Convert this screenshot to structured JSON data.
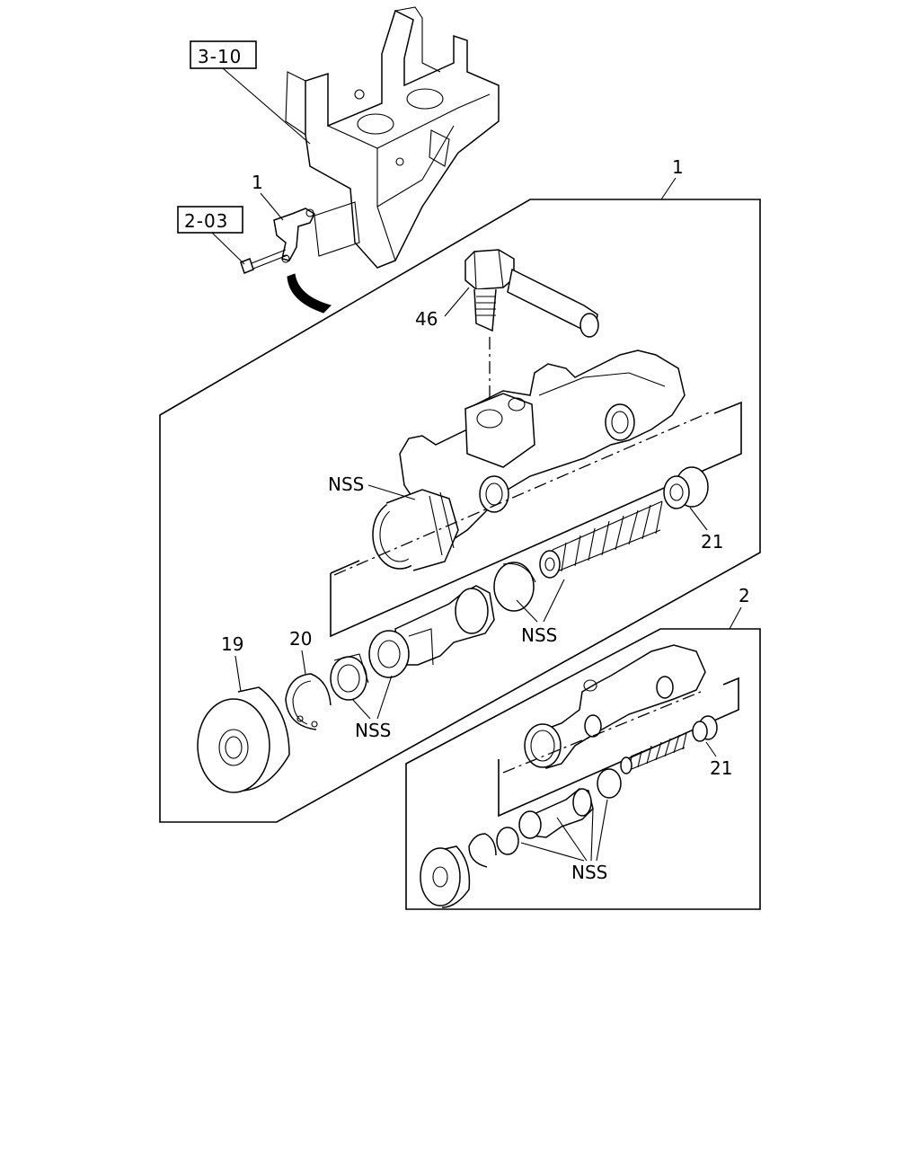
{
  "references": {
    "ref_bracket": "3-10",
    "ref_bolt": "2-03"
  },
  "callouts": {
    "item_1_top": "1",
    "item_1_assembly": "1",
    "item_2_assembly": "2",
    "item_46": "46",
    "item_19": "19",
    "item_20": "20",
    "item_21_main": "21",
    "item_21_small": "21",
    "nss_body": "NSS",
    "nss_piston": "NSS",
    "nss_seal": "NSS",
    "nss_small": "NSS"
  }
}
